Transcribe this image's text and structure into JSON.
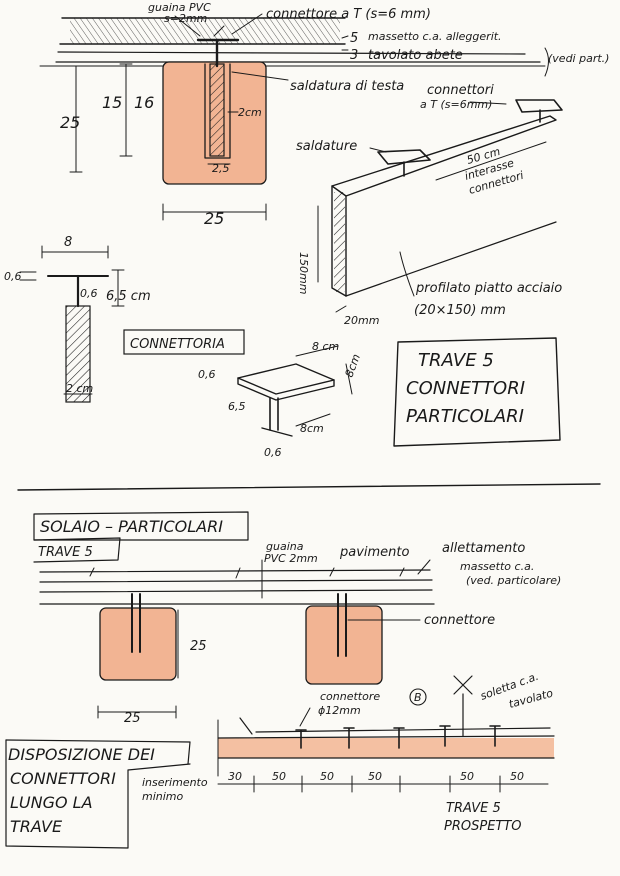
{
  "top": {
    "guaina_pvc": "guaina PVC",
    "guaina_thickness": "s=2mm",
    "connector_label": "connettore a T (s=6 mm)",
    "layer_5": "5",
    "layer_5_text": "massetto c.a. alleggerit.",
    "layer_3": "3",
    "layer_3_text": "tavolato abete",
    "vedi_part": "(vedi part.)",
    "saldatura_testa": "saldatura di testa",
    "dim_25_v": "25",
    "dim_15": "15",
    "dim_16": "16",
    "dim_2cm": "2cm",
    "dim_25_small": "2,5",
    "dim_25_h": "25"
  },
  "iso": {
    "connettori": "connettori",
    "connettori_t": "a T (s=6mm)",
    "saldature": "saldature",
    "interasse_50": "50 cm",
    "interasse_text": "interasse",
    "connettori_2": "connettori",
    "dim_150": "150mm",
    "profilato": "profilato piatto acciaio",
    "profilato_dim": "(20×150) mm",
    "dim_20mm": "20mm"
  },
  "connector_detail": {
    "dim_8": "8",
    "dim_06": "0,6",
    "dim_06b": "0,6",
    "dim_65": "6,5 cm",
    "dim_2cm": "2 cm",
    "title": "CONNETTORIA"
  },
  "connector_iso": {
    "dim_8cm_top": "8 cm",
    "dim_06": "0,6",
    "dim_8cm_side": "8cm",
    "dim_65": "6,5",
    "dim_8cm_bottom": "8cm",
    "dim_06_bottom": "0,6"
  },
  "title_box": {
    "line1": "TRAVE 5",
    "line2": "CONNETTORI",
    "line3": "PARTICOLARI"
  },
  "solaio": {
    "title": "SOLAIO – PARTICOLARI",
    "subtitle": "TRAVE 5",
    "guaina": "guaina",
    "guaina_pvc": "PVC 2mm",
    "pavimento": "pavimento",
    "allettamento": "allettamento",
    "massetto": "massetto c.a.",
    "vedi": "(ved. particolare)",
    "connettore": "connettore",
    "dim_25_v": "25",
    "dim_25_h": "25"
  },
  "disposizione": {
    "box_line1": "DISPOSIZIONE DEI",
    "box_line2": "CONNETTORI",
    "box_line3": "LUNGO LA",
    "box_line4": "TRAVE",
    "connettore_b": "connettore",
    "connettore_b_mark": "B",
    "phi": "ϕ12mm",
    "soletta": "soletta c.a.",
    "tavolato": "tavolato",
    "inserimento": "inserimento",
    "minimo": "minimo",
    "dim_30": "30",
    "dim_50_a": "50",
    "dim_50_b": "50",
    "dim_50_c": "50",
    "dim_50_d": "50",
    "dim_50_e": "50",
    "footer_1": "TRAVE 5",
    "footer_2": "PROSPETTO"
  },
  "colors": {
    "ink": "#1a1a1a",
    "wood": "#f2b493",
    "paper": "#fbfaf6"
  }
}
